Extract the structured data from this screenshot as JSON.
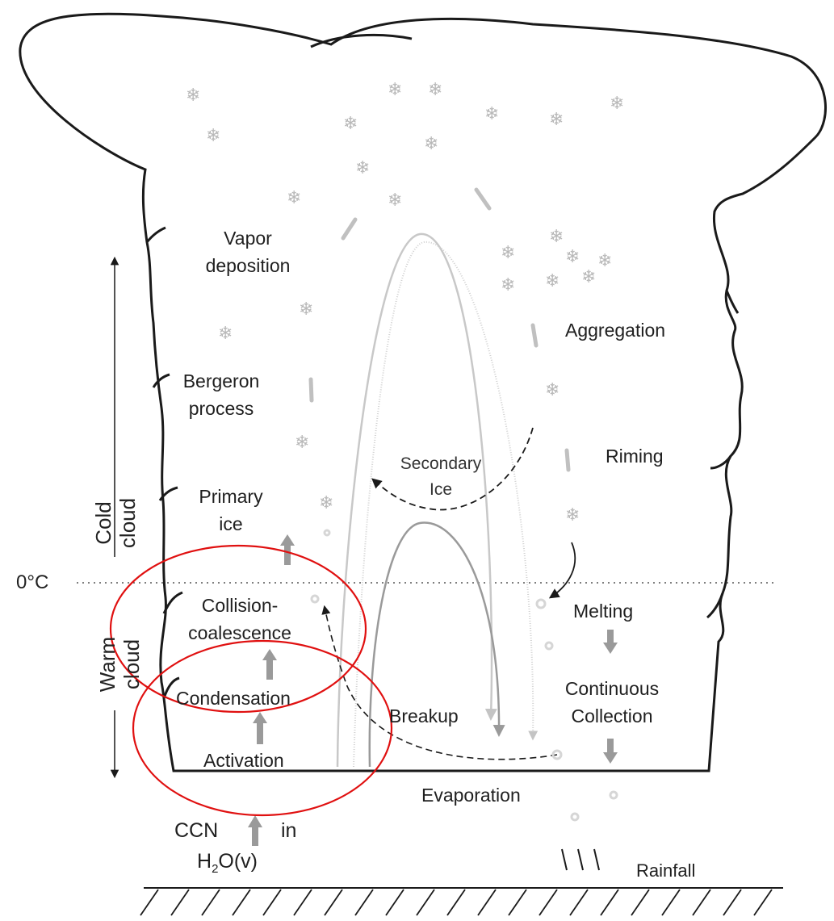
{
  "labels": {
    "vapor_deposition": [
      "Vapor",
      "deposition"
    ],
    "aggregation": "Aggregation",
    "bergeron": [
      "Bergeron",
      "process"
    ],
    "riming": "Riming",
    "secondary_ice": [
      "Secondary",
      "Ice"
    ],
    "primary_ice": [
      "Primary",
      "ice"
    ],
    "zero_c": "0°C",
    "cold_cloud": [
      "Cold",
      "cloud"
    ],
    "warm_cloud": [
      "Warm",
      "cloud"
    ],
    "collision": [
      "Collision-",
      "coalescence"
    ],
    "melting": "Melting",
    "condensation": "Condensation",
    "breakup": "Breakup",
    "continuous_collection": [
      "Continuous",
      "Collection"
    ],
    "activation": "Activation",
    "evaporation": "Evaporation",
    "ccn": "CCN",
    "in": "in",
    "h2o": [
      "H",
      "2",
      "O(v)"
    ],
    "rainfall": "Rainfall"
  },
  "colors": {
    "outline": "#1a1a1a",
    "arrow_gray": "#8c8c8c",
    "light_gray": "#c8c8c8",
    "highlight": "#e01010"
  }
}
